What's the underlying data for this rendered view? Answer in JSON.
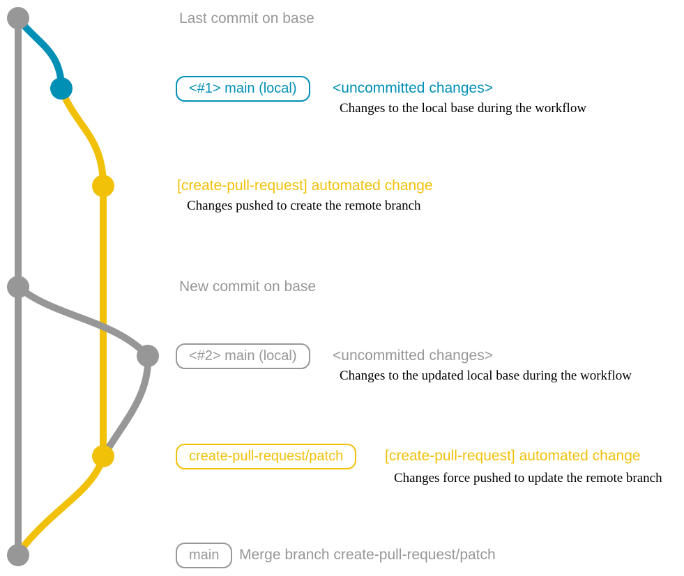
{
  "colors": {
    "gray": "#979797",
    "blue": "#008fb5",
    "yellow": "#f1c109",
    "note_black": "#000000"
  },
  "rows": [
    {
      "message": "Last commit on base",
      "color": "gray"
    },
    {
      "badge": "<#1> main (local)",
      "message": "<uncommitted changes>",
      "note": "Changes to the local base during the workflow",
      "color": "blue"
    },
    {
      "message": "[create-pull-request] automated change",
      "note": "Changes pushed to create the remote branch",
      "color": "yellow"
    },
    {
      "message": "New commit on base",
      "color": "gray"
    },
    {
      "badge": "<#2> main (local)",
      "message": "<uncommitted changes>",
      "note": "Changes to the updated local base during the workflow",
      "color": "gray"
    },
    {
      "badge": "create-pull-request/patch",
      "message": "[create-pull-request] automated change",
      "note": "Changes force pushed to update the remote branch",
      "color": "yellow"
    },
    {
      "badge": "main",
      "message": "Merge branch create-pull-request/patch",
      "color": "gray"
    }
  ],
  "graph": {
    "branch_colors": [
      "#979797",
      "#008fb5",
      "#f1c109"
    ],
    "commit_count": 7
  }
}
